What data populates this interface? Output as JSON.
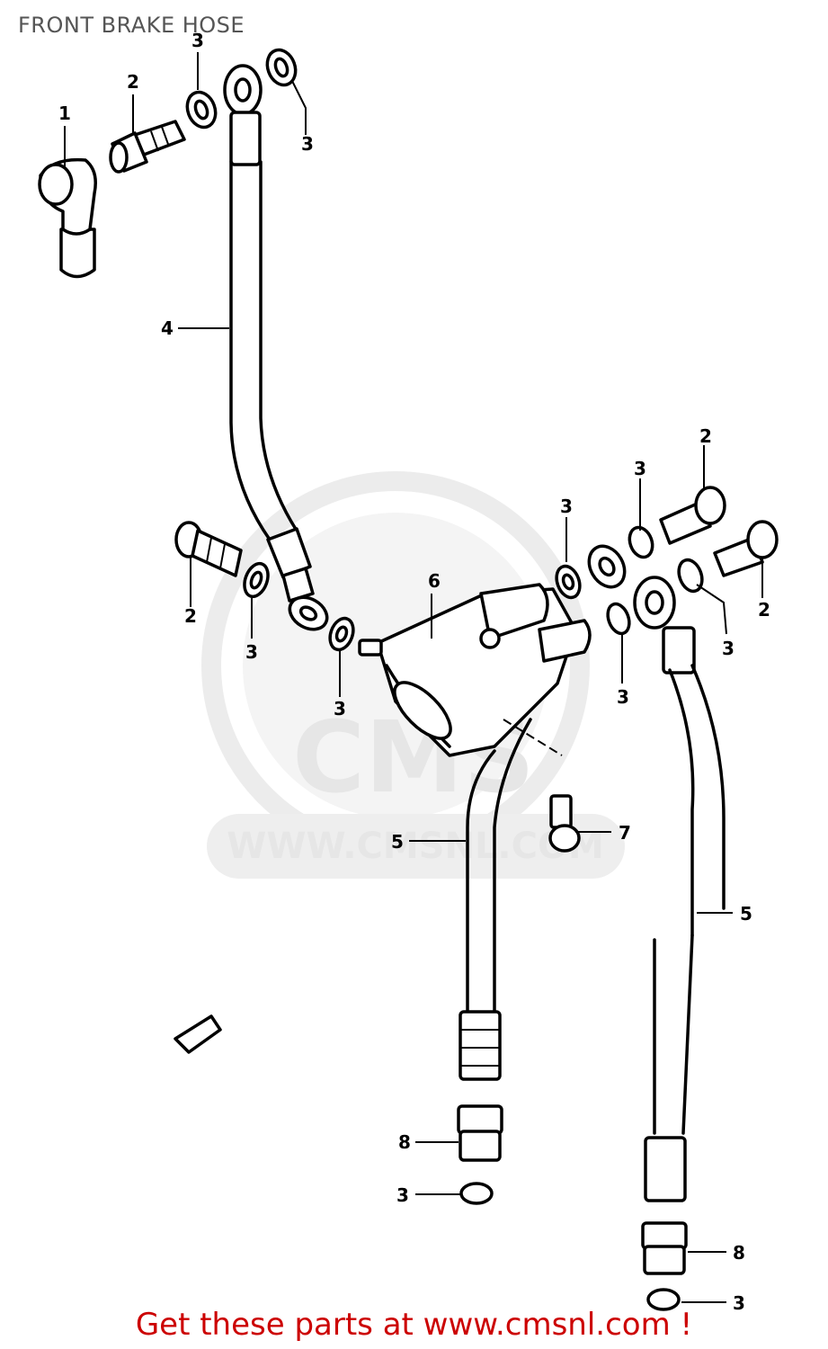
{
  "title": "FRONT BRAKE HOSE",
  "watermark": {
    "brand": "CMS",
    "url": "WWW.CMSNL.COM"
  },
  "callouts": [
    {
      "id": "c1",
      "label": "1"
    },
    {
      "id": "c2a",
      "label": "2"
    },
    {
      "id": "c3a",
      "label": "3"
    },
    {
      "id": "c3b",
      "label": "3"
    },
    {
      "id": "c4",
      "label": "4"
    },
    {
      "id": "c2b",
      "label": "2"
    },
    {
      "id": "c3c",
      "label": "3"
    },
    {
      "id": "c3d",
      "label": "3"
    },
    {
      "id": "c6",
      "label": "6"
    },
    {
      "id": "c3e",
      "label": "3"
    },
    {
      "id": "c3f",
      "label": "3"
    },
    {
      "id": "c2c",
      "label": "2"
    },
    {
      "id": "c3g",
      "label": "3"
    },
    {
      "id": "c2d",
      "label": "2"
    },
    {
      "id": "c3h",
      "label": "3"
    },
    {
      "id": "c3i",
      "label": "3"
    },
    {
      "id": "c5a",
      "label": "5"
    },
    {
      "id": "c7",
      "label": "7"
    },
    {
      "id": "c5b",
      "label": "5"
    },
    {
      "id": "c8a",
      "label": "8"
    },
    {
      "id": "c3j",
      "label": "3"
    },
    {
      "id": "c8b",
      "label": "8"
    },
    {
      "id": "c3k",
      "label": "3"
    }
  ],
  "footer": "Get these parts at www.cmsnl.com !"
}
